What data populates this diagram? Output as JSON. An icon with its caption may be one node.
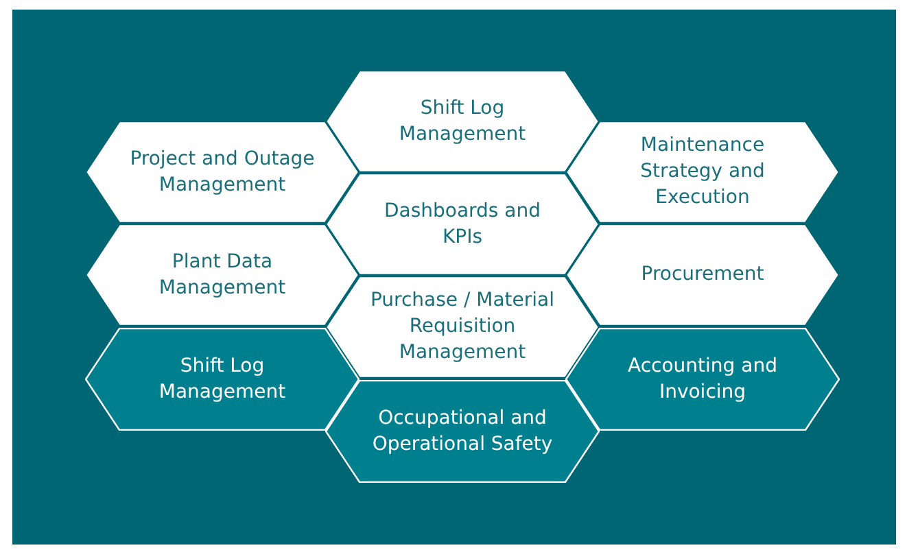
{
  "diagram": {
    "nodes": [
      {
        "text": [
          "Shift Log Management"
        ]
      },
      {
        "text": [
          "Project and Outage Management"
        ]
      },
      {
        "text": [
          "Maintenance Strategy and Execution"
        ]
      },
      {
        "text": [
          "Dashboards and KPIs"
        ]
      },
      {
        "text": [
          "Plant Data Management"
        ]
      },
      {
        "text": [
          "Procurement"
        ]
      },
      {
        "text": [
          "Purchase / Material Requisition Management"
        ]
      },
      {
        "text": [
          "Shift Log Management"
        ]
      },
      {
        "text": [
          "Accounting and Invoicing"
        ]
      },
      {
        "text": [
          "Occupational and Operational Safety"
        ]
      }
    ]
  }
}
